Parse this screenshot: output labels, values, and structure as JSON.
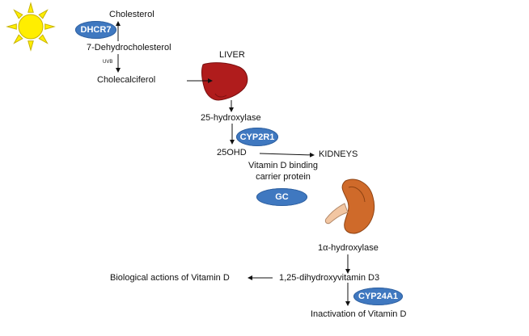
{
  "nodes": {
    "cholesterol": "Cholesterol",
    "seven_dhc": "7-Dehydrocholesterol",
    "uvb": "UVB",
    "cholecalciferol": "Cholecalciferol",
    "liver": "LIVER",
    "hydroxylase_25": "25-hydroxylase",
    "ohd_25": "25OHD",
    "kidneys": "KIDNEYS",
    "vdbp_line1": "Vitamin D binding",
    "vdbp_line2": "carrier protein",
    "hydroxylase_1a": "1α-hydroxylase",
    "dihydroxy": "1,25-dihydroxyvitamin D3",
    "bio_actions": "Biological actions of Vitamin D",
    "inactivation": "Inactivation of  Vitamin D"
  },
  "enzymes": {
    "dhcr7": "DHCR7",
    "cyp2r1": "CYP2R1",
    "gc": "GC",
    "cyp24a1": "CYP24A1"
  },
  "colors": {
    "enzyme_pill": "#3f78c0",
    "sun_fill": "#ffee00",
    "sun_outline": "#c8b400",
    "liver": "#b01c1c",
    "kidney": "#cf6a2a",
    "ureter": "#f2c6a2"
  },
  "icons": [
    "sun-icon",
    "liver-icon",
    "kidney-icon"
  ]
}
